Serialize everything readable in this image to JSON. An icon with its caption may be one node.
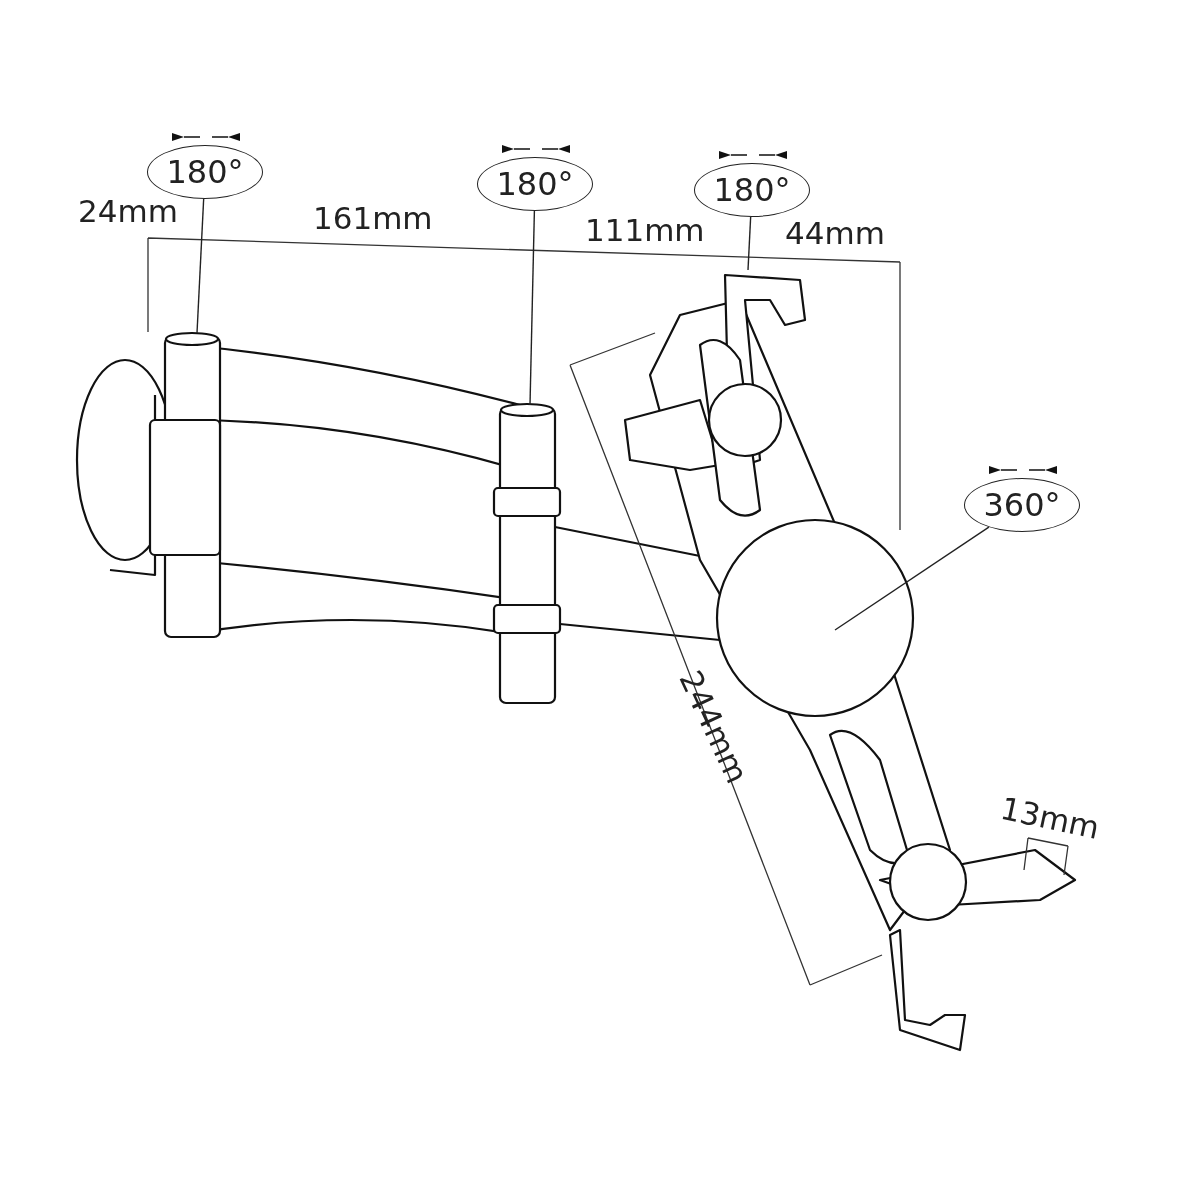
{
  "diagram": {
    "nodes": [
      {
        "text": [
          "180°"
        ]
      },
      {
        "text": [
          "180°"
        ]
      },
      {
        "text": [
          "180°"
        ]
      },
      {
        "text": [
          "360°"
        ]
      }
    ],
    "edges": [
      {
        "from": 0,
        "to": null,
        "arrow": "none"
      },
      {
        "from": 1,
        "to": null,
        "arrow": "none"
      },
      {
        "from": 2,
        "to": null,
        "arrow": "none"
      },
      {
        "from": 3,
        "to": null,
        "arrow": "none"
      }
    ],
    "labels": [
      "24mm",
      "161mm",
      "111mm",
      "44mm",
      "244mm",
      "13mm"
    ]
  }
}
